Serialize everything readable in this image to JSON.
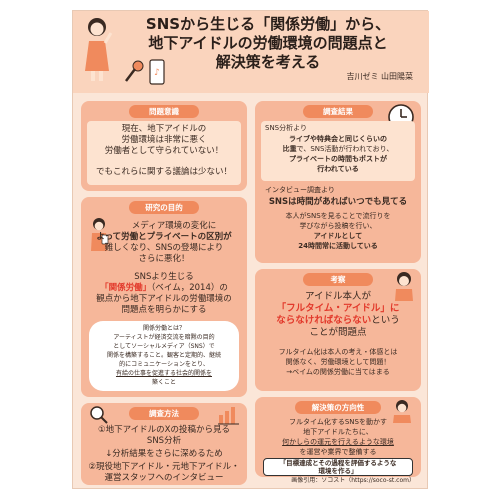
{
  "title": {
    "line1": "SNSから生じる「関係労働」から、",
    "line2": "地下アイドルの労働環境の問題点と",
    "line3": "解決策を考える"
  },
  "authors": "吉川ゼミ 山田陽菜",
  "sections": {
    "problem": {
      "label": "問題意識",
      "l1": "現在、地下アイドルの",
      "l2": "労働環境は非常に悪く",
      "l3": "労働者として守られていない！",
      "l4": "でもこれらに関する議論は少ない！"
    },
    "purpose": {
      "label": "研究の目的",
      "l1": "メディア環境の変化に",
      "l2": "よって労働とプライベートの区別が",
      "l3": "難しくなり、SNSの登場により",
      "l4": "さらに悪化！",
      "l5": "SNSより生じる",
      "l6a": "「関係労働」",
      "l6b": "（ベイム，2014）の",
      "l7": "観点から地下アイドルの労働環境の",
      "l8": "問題点を明らかにする",
      "def1": "関係労働とは？",
      "def2": "アーティストが経済交流を暗黙の目的",
      "def3": "としてソーシャルメディア（SNS）で",
      "def4": "関係を構築すること。観客と定期的、継続",
      "def5": "的にコミュニケーションをとり、",
      "def6": "有給の仕事を促進する社会的関係を",
      "def7": "築くこと"
    },
    "method": {
      "label": "調査方法",
      "l1": "①地下アイドルのXの投稿から見る",
      "l2": "SNS分析",
      "l3": "↓分析結果をさらに深めるため",
      "l4": "②現役地下アイドル・元地下アイドル・",
      "l5": "運営スタッフへのインタビュー"
    },
    "results": {
      "label": "調査結果",
      "l1": "SNS分析より",
      "l2": "ライブや特典会と同じくらいの",
      "l3a": "比重",
      "l3b": "で、SNS活動が行われており、",
      "l4": "プライベートの時間もポストが",
      "l5": "行われている",
      "l6": "インタビュー調査より",
      "l7": "SNSは時間があればいつでも見てる",
      "l8": "本人がSNSを見ることで流行りを",
      "l9": "学びながら投稿を行い、",
      "l10": "アイドルとして",
      "l11": "24時間常に活動している"
    },
    "discussion": {
      "label": "考察",
      "l1": "アイドル本人が",
      "l2": "「フルタイム・アイドル」に",
      "l3a": "ならなければならない",
      "l3b": "という",
      "l4": "ことが問題点",
      "l5": "フルタイム化は本人の考え・体感とは",
      "l6": "関係なく、労働環境として問題！",
      "l7": "→ベイムの関係労働に当てはまる"
    },
    "solution": {
      "label": "解決策の方向性",
      "l1": "フルタイム化するSNSを動かす",
      "l2": "地下アイドルたちに、",
      "l3": "何かしらの運元を行えるような環境",
      "l4": "を運営や業界で整備する",
      "l5": "「目標達成とその過程を評価するような",
      "l6": "環境を作る」"
    }
  },
  "footer": "画像引用：ソコスト（https://soco-st.com）",
  "colors": {
    "accent": "#f08a5d",
    "card": "#f6b79a",
    "background": "#fbe6d8",
    "red": "#e2392b"
  },
  "icons": [
    "singer-figure-icon",
    "microphone-icon",
    "smartphone-icon",
    "clock-icon",
    "phone-figure-icon",
    "worried-figure-icon",
    "thinking-figure-icon",
    "chart-icon",
    "magnifier-icon"
  ]
}
